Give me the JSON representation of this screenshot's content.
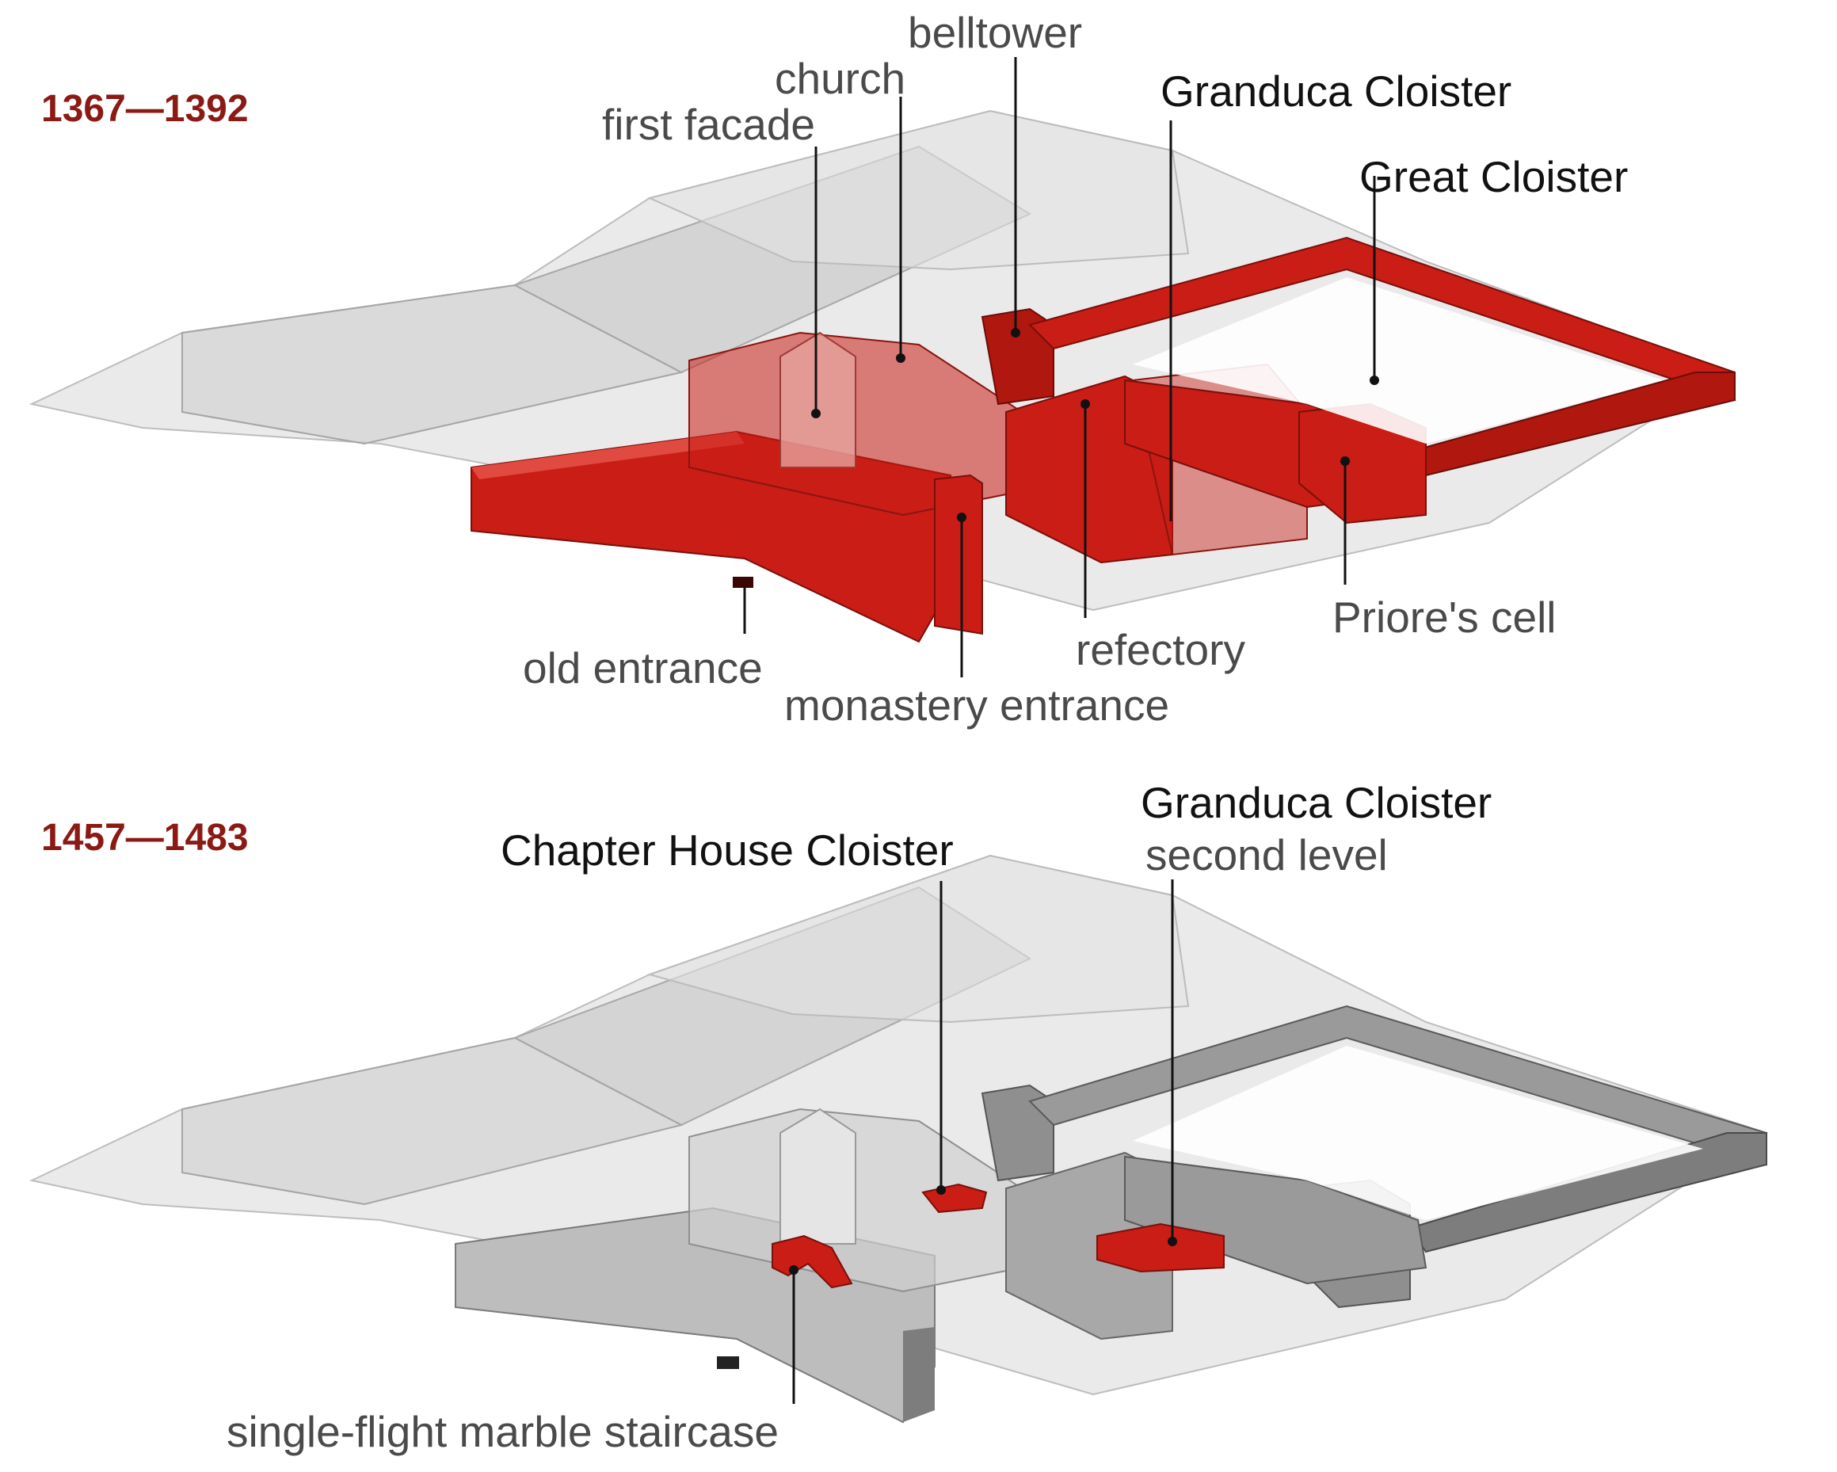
{
  "colors": {
    "accent_red": "#c91d16",
    "period_red": "#8c1a14",
    "label_grey": "#4a4a4a",
    "label_dark": "#111111",
    "ghost_grey": "#c8c8c8",
    "solid_grey": "#8f8f8f"
  },
  "phase1": {
    "period": "1367—1392",
    "labels": {
      "belltower": "belltower",
      "church": "church",
      "first_facade": "first facade",
      "granduca_cloister": "Granduca Cloister",
      "great_cloister": "Great Cloister",
      "old_entrance": "old entrance",
      "monastery_entrance": "monastery entrance",
      "refectory": "refectory",
      "priores_cell": "Priore's cell"
    }
  },
  "phase2": {
    "period": "1457—1483",
    "labels": {
      "granduca_cloister": "Granduca Cloister",
      "second_level": "second level",
      "chapter_house_cloister": "Chapter House Cloister",
      "staircase": "single-flight marble staircase"
    }
  }
}
